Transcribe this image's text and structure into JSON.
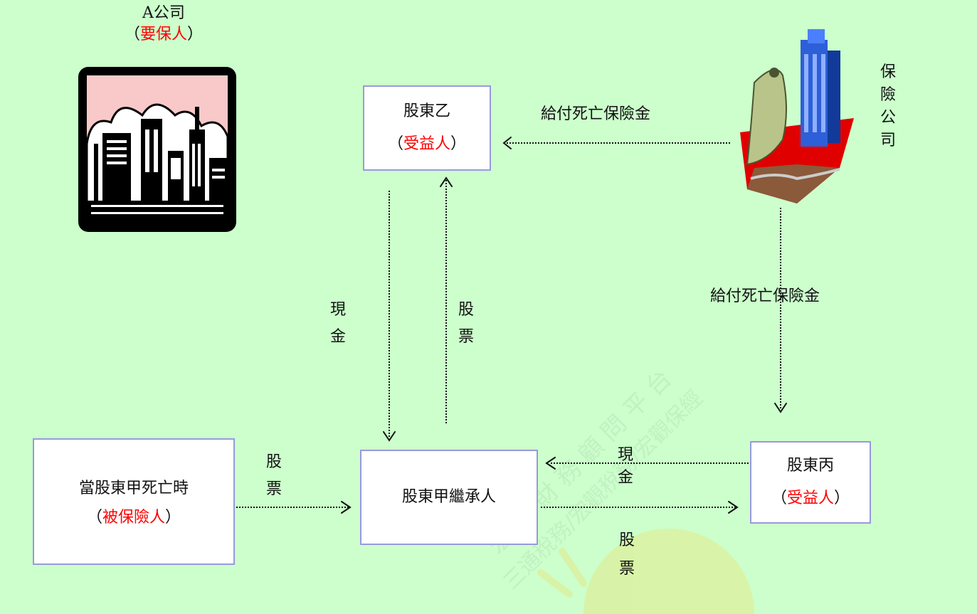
{
  "company": {
    "name": "A公司",
    "role_open": "（",
    "role": "要保人",
    "role_close": "）"
  },
  "insurer": {
    "label_chars": [
      "保",
      "險",
      "公",
      "司"
    ]
  },
  "boxes": {
    "shareholder_b": {
      "name": "股東乙",
      "open": "（",
      "role": "受益人",
      "close": "）"
    },
    "insured": {
      "name": "當股東甲死亡時",
      "open": "（",
      "role": "被保險人",
      "close": "）"
    },
    "heir": {
      "name": "股東甲繼承人"
    },
    "shareholder_c": {
      "name": "股東丙",
      "open": "（",
      "role": "受益人",
      "close": "）"
    }
  },
  "labels": {
    "pay_death_benefit_top": "給付死亡保險金",
    "pay_death_benefit_right": "給付死亡保險金",
    "cash_left": [
      "現",
      "金"
    ],
    "stock_up": [
      "股",
      "票"
    ],
    "stock_from_insured": [
      "股",
      "票"
    ],
    "cash_from_c": [
      "現",
      "金"
    ],
    "stock_to_c": [
      "股",
      "票"
    ]
  },
  "colors": {
    "background": "#ccffcc",
    "box_border": "#9999dd",
    "highlight_text": "#ff0000"
  }
}
